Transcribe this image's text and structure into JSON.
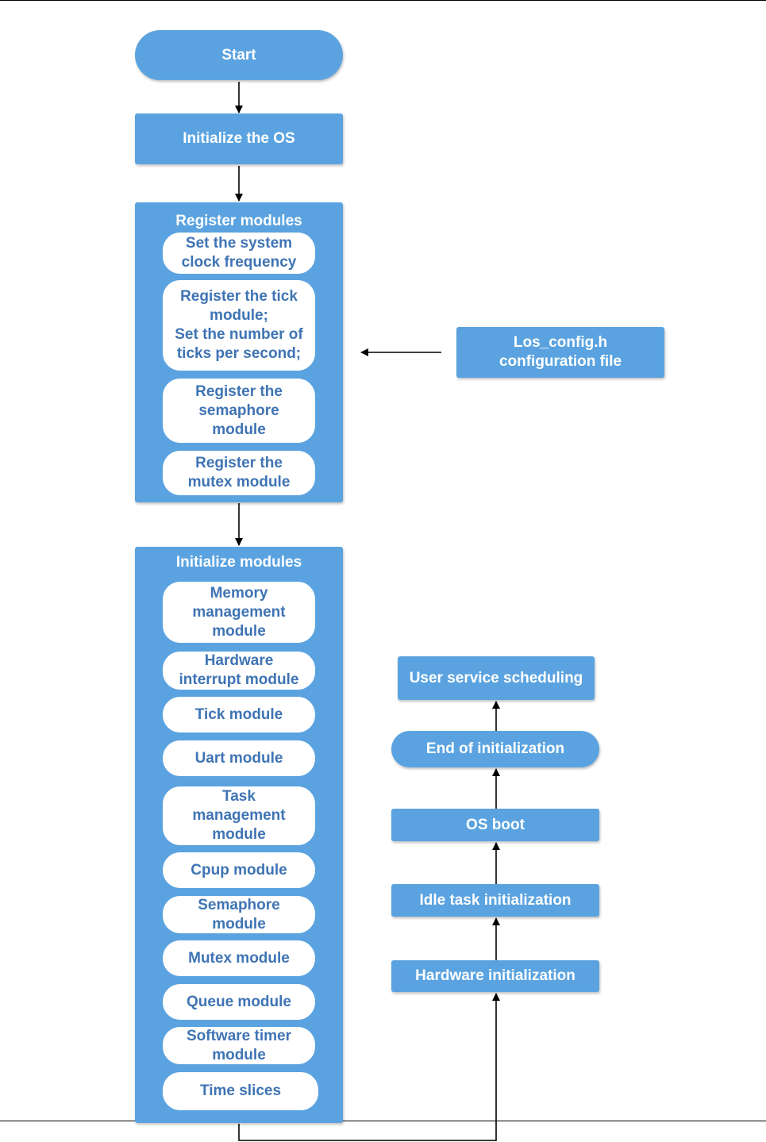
{
  "nodes": {
    "start": "Start",
    "init_os": "Initialize the OS",
    "config_file": "Los_config.h\nconfiguration file",
    "user_service": "User service scheduling",
    "end_init": "End of initialization",
    "os_boot": "OS boot",
    "idle_task": "Idle task initialization",
    "hw_init": "Hardware initialization"
  },
  "register_group": {
    "title": "Register modules",
    "items": [
      "Set the system\nclock frequency",
      "Register the tick\nmodule;\nSet the number of\nticks per second;",
      "Register the\nsemaphore\nmodule",
      "Register the\nmutex module"
    ]
  },
  "initialize_group": {
    "title": "Initialize modules",
    "items": [
      "Memory\nmanagement\nmodule",
      "Hardware\ninterrupt module",
      "Tick module",
      "Uart module",
      "Task\nmanagement\nmodule",
      "Cpup module",
      "Semaphore\nmodule",
      "Mutex module",
      "Queue module",
      "Software timer\nmodule",
      "Time slices"
    ]
  },
  "colors": {
    "node_fill": "#5ba3e0",
    "node_text": "#ffffff",
    "sub_text": "#3f74b4",
    "connector": "#000000"
  }
}
